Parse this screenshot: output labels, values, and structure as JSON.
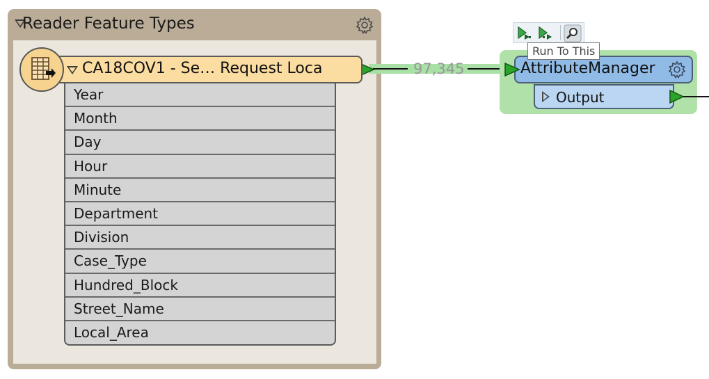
{
  "bookmark": {
    "title": "Reader Feature Types"
  },
  "reader": {
    "name": "CA18COV1 - Se… Request Loca",
    "attributes": [
      "Year",
      "Month",
      "Day",
      "Hour",
      "Minute",
      "Department",
      "Division",
      "Case_Type",
      "Hundred_Block",
      "Street_Name",
      "Local_Area"
    ]
  },
  "connection": {
    "feature_count": "97,345"
  },
  "transformer": {
    "name": "AttributeManager",
    "output_label": "Output"
  },
  "mini_toolbar": {
    "tooltip": "Run To This"
  },
  "icons": {
    "reader_type": "table-reader-icon",
    "reader_properties": "sun-gear-icon",
    "reader_inspect": "inspect-icon",
    "settings": "gear-icon",
    "run_to_this": "run-to-this-icon",
    "run_from_this": "run-from-this-icon",
    "inspect": "magnifier-icon"
  },
  "colors": {
    "bookmark": "#bbac97",
    "bookmark_body": "#ebe6de",
    "reader_header": "#fbdca1",
    "reader_icon": "#f6d48f",
    "attribute_list": "#d4d4d4",
    "transformer_header": "#8fbbe6",
    "transformer_port": "#bad6f2",
    "transformer_glow": "#b0e1a9",
    "connection_glow": "#a9e0a5",
    "port_green": "#2aa52a"
  }
}
